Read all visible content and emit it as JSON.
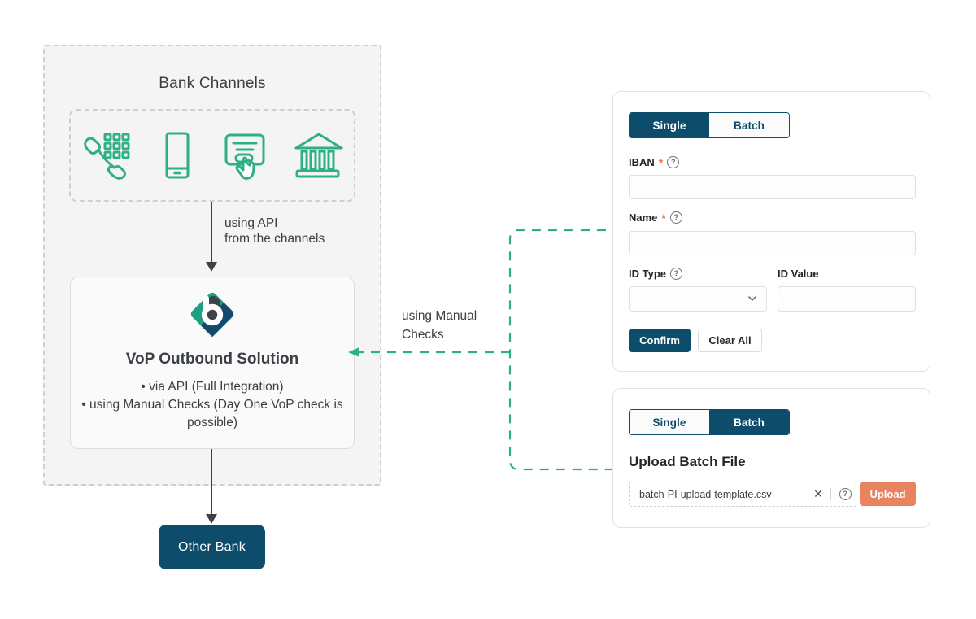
{
  "diagram": {
    "bank_channels": {
      "title": "Bank Channels",
      "icons": [
        {
          "name": "telephone-keypad-icon",
          "label": "Telephone Banking"
        },
        {
          "name": "mobile-phone-icon",
          "label": "Mobile Banking"
        },
        {
          "name": "online-banking-click-icon",
          "label": "Online Banking"
        },
        {
          "name": "bank-building-icon",
          "label": "Branch"
        }
      ]
    },
    "api_connector_label": "using API\nfrom the channels",
    "manual_connector_label": "using Manual\nChecks",
    "vop_box": {
      "logo_name": "vop-brand-logo",
      "title": "VoP Outbound Solution",
      "bullets": [
        "• via API (Full Integration)",
        "• using Manual Checks (Day One VoP check is possible)"
      ]
    },
    "other_bank_label": "Other Bank"
  },
  "single_panel": {
    "tabs": [
      {
        "label": "Single",
        "active": true
      },
      {
        "label": "Batch",
        "active": false
      }
    ],
    "fields": {
      "iban": {
        "label": "IBAN",
        "required": true,
        "has_help": true,
        "value": "",
        "placeholder": ""
      },
      "name": {
        "label": "Name",
        "required": true,
        "has_help": true,
        "value": "",
        "placeholder": ""
      },
      "id_type": {
        "label": "ID Type",
        "required": false,
        "has_help": true,
        "value": "",
        "placeholder": ""
      },
      "id_value": {
        "label": "ID Value",
        "required": false,
        "has_help": false,
        "value": "",
        "placeholder": ""
      }
    },
    "required_marker": "*",
    "help_glyph": "?",
    "buttons": {
      "confirm": "Confirm",
      "clear_all": "Clear All"
    }
  },
  "batch_panel": {
    "tabs": [
      {
        "label": "Single",
        "active": false
      },
      {
        "label": "Batch",
        "active": true
      }
    ],
    "upload_title": "Upload Batch File",
    "file_name": "batch-PI-upload-template.csv",
    "clear_glyph": "✕",
    "help_glyph": "?",
    "upload_button": "Upload"
  },
  "colors": {
    "navy": "#0e4c6b",
    "teal": "#2eb086",
    "coral": "#e8835f",
    "required_star": "#e8764f",
    "panel_bg": "#f4f4f4",
    "text": "#3a3f45"
  }
}
